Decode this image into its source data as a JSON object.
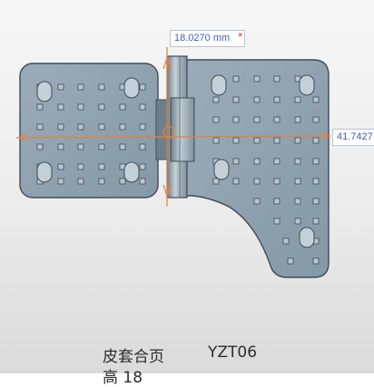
{
  "viewport": {
    "dimension_vertical": "18.0270 mm",
    "dimension_horizontal": "41.7427",
    "close_glyph": "×"
  },
  "caption": {
    "name": "皮套合页",
    "code": "YZT06",
    "line2": "高 18"
  },
  "colors": {
    "part_fill": "#8fa2b0",
    "part_edge": "#3f4d57",
    "hinge_fill": "#a9b6bf",
    "dimension_line": "#e8803a",
    "label_text": "#3d5fc2"
  },
  "icons": {
    "close": "close-icon"
  }
}
